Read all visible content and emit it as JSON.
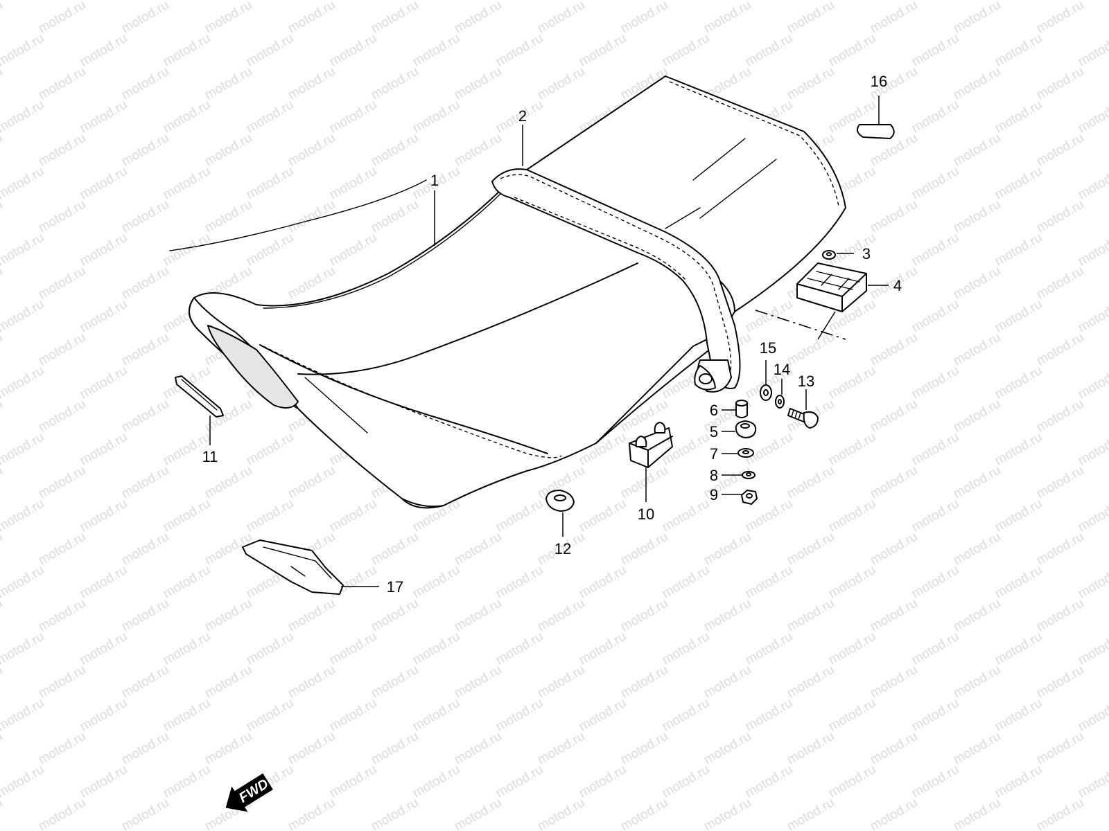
{
  "watermark": {
    "text": "motod.ru"
  },
  "callouts": [
    {
      "id": "1",
      "label": "1"
    },
    {
      "id": "2",
      "label": "2"
    },
    {
      "id": "3",
      "label": "3"
    },
    {
      "id": "4",
      "label": "4"
    },
    {
      "id": "5",
      "label": "5"
    },
    {
      "id": "6",
      "label": "6"
    },
    {
      "id": "7",
      "label": "7"
    },
    {
      "id": "8",
      "label": "8"
    },
    {
      "id": "9",
      "label": "9"
    },
    {
      "id": "10",
      "label": "10"
    },
    {
      "id": "11",
      "label": "11"
    },
    {
      "id": "12",
      "label": "12"
    },
    {
      "id": "13",
      "label": "13"
    },
    {
      "id": "14",
      "label": "14"
    },
    {
      "id": "15",
      "label": "15"
    },
    {
      "id": "16",
      "label": "16"
    },
    {
      "id": "17",
      "label": "17"
    }
  ],
  "direction_arrow": {
    "label": "FWD"
  }
}
